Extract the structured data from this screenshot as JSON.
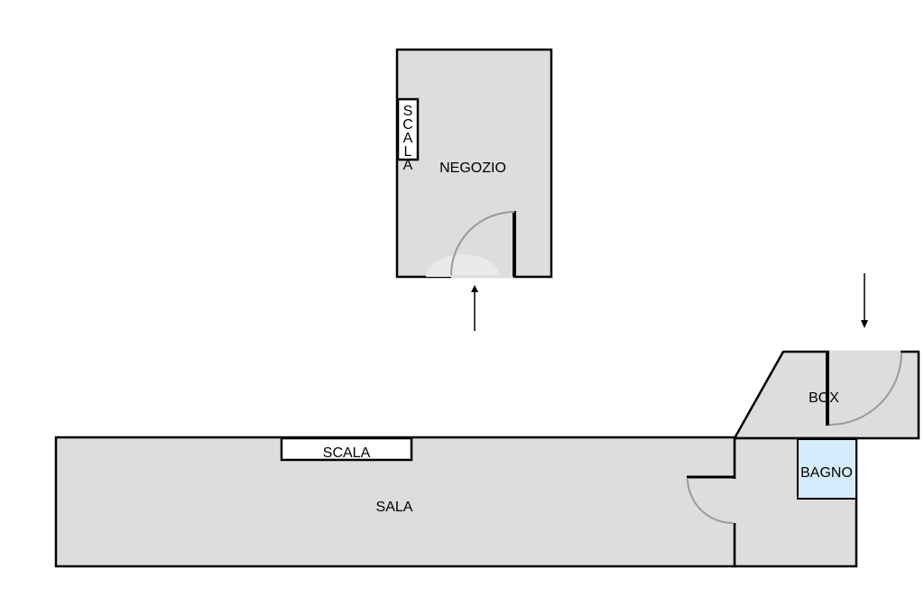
{
  "rooms": {
    "negozio": "NEGOZIO",
    "sala": "SALA",
    "box": "BOX",
    "bagno": "BAGNO"
  },
  "stairs": {
    "upper_letters": [
      "S",
      "C",
      "A",
      "L",
      "A"
    ],
    "lower_label": "SCALA"
  },
  "colors": {
    "room_fill": "#dddddd",
    "bathroom_fill": "#d6ebfb",
    "wall": "#000000",
    "door_swing": "#9a9a9a",
    "stair_fill": "#ffffff"
  }
}
